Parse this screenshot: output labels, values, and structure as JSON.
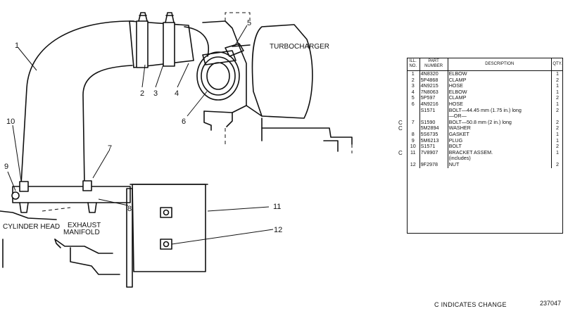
{
  "diagram": {
    "callouts": [
      "1",
      "2",
      "3",
      "4",
      "5",
      "6",
      "7",
      "8",
      "9",
      "10",
      "11",
      "12"
    ],
    "labels": {
      "turbocharger": "TURBOCHARGER",
      "cylinder_head": "CYLINDER HEAD",
      "exhaust_line1": "EXHAUST",
      "exhaust_line2": "MANIFOLD"
    }
  },
  "table": {
    "headers": {
      "no": "ILL. NO.",
      "part": "PART NUMBER",
      "desc": "DESCRIPTION",
      "qty": "QTY."
    },
    "rows": [
      {
        "change": "",
        "no": "1",
        "part": "4N8320",
        "desc": "ELBOW",
        "qty": "1"
      },
      {
        "change": "",
        "no": "2",
        "part": "5P4868",
        "desc": "CLAMP",
        "qty": "2"
      },
      {
        "change": "",
        "no": "3",
        "part": "4N9215",
        "desc": "HOSE",
        "qty": "1"
      },
      {
        "change": "",
        "no": "4",
        "part": "7N8063",
        "desc": "ELBOW",
        "qty": "1"
      },
      {
        "change": "",
        "no": "5",
        "part": "5P597",
        "desc": "CLAMP",
        "qty": "2"
      },
      {
        "change": "",
        "no": "6",
        "part": "4N9216",
        "desc": "HOSE",
        "qty": "1"
      },
      {
        "change": "",
        "no": "",
        "part": "S1571",
        "desc": "BOLT—44.45 mm (1.75 in.) long",
        "qty": "2"
      },
      {
        "change": "",
        "no": "",
        "part": "",
        "desc": "—OR—",
        "qty": ""
      },
      {
        "change": "C",
        "no": "7",
        "part": "S1590",
        "desc": "BOLT—50.8 mm (2 in.) long",
        "qty": "2"
      },
      {
        "change": "C",
        "no": "",
        "part": "5M2894",
        "desc": "WASHER",
        "qty": "2"
      },
      {
        "change": "",
        "no": "8",
        "part": "5S6735",
        "desc": "GASKET",
        "qty": "1"
      },
      {
        "change": "",
        "no": "9",
        "part": "5M6213",
        "desc": "PLUG",
        "qty": "1"
      },
      {
        "change": "",
        "no": "10",
        "part": "S1571",
        "desc": "BOLT",
        "qty": "2"
      },
      {
        "change": "C",
        "no": "11",
        "part": "7V8907",
        "desc": "BRACKET ASSEM.",
        "qty": "1"
      },
      {
        "change": "",
        "no": "",
        "part": "",
        "desc": "(includes)",
        "qty": ""
      },
      {
        "change": "",
        "no": "12",
        "part": "9F2978",
        "desc": "NUT",
        "qty": "2"
      }
    ]
  },
  "footer": {
    "note": "C INDICATES CHANGE",
    "figure_number": "237047"
  }
}
